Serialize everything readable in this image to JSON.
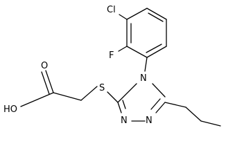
{
  "molecule": {
    "atoms": {
      "chlorine": "Cl",
      "fluorine": "F",
      "nitrogen_4": "N",
      "nitrogen_1": "N",
      "nitrogen_2": "N",
      "sulfur": "S",
      "carbonyl_oxygen": "O",
      "hydroxyl": "HO"
    }
  }
}
